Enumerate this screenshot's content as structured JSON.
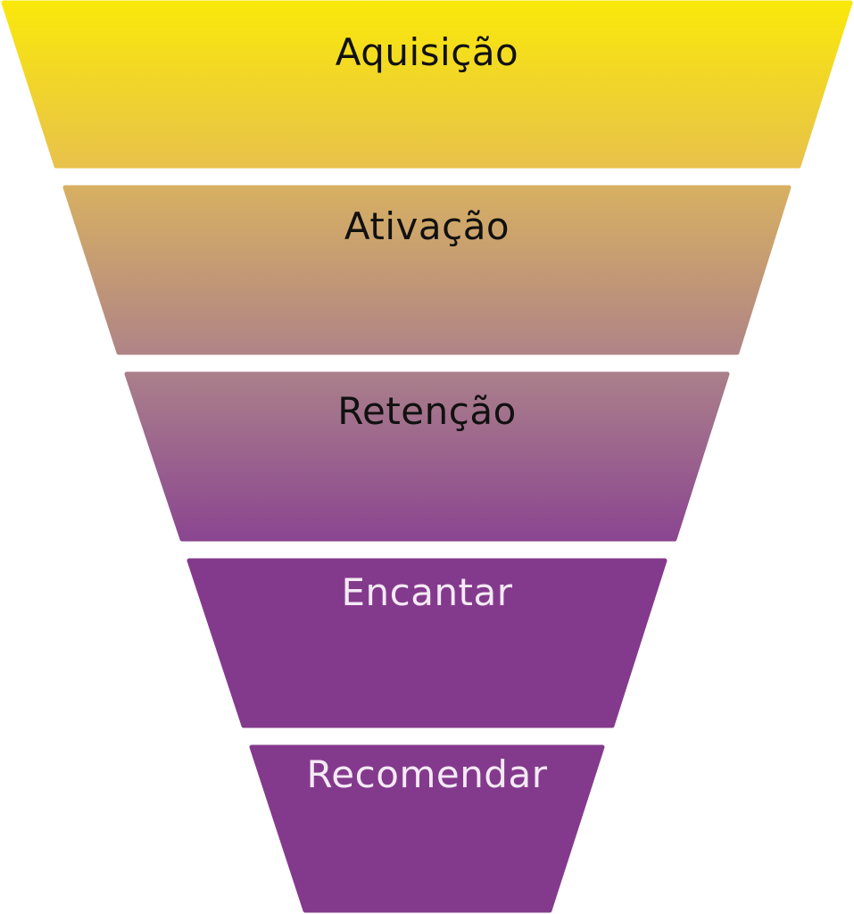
{
  "funnel": {
    "stages": [
      {
        "label": "Aquisição",
        "text_color": "#111111",
        "fill_top": "#F9E80A",
        "fill_bottom": "#E8C24A"
      },
      {
        "label": "Ativação",
        "text_color": "#111111",
        "fill_top": "#D7B062",
        "fill_bottom": "#B08486"
      },
      {
        "label": "Retenção",
        "text_color": "#111111",
        "fill_top": "#AA7F8A",
        "fill_bottom": "#8B4690"
      },
      {
        "label": "Encantar",
        "text_color": "#F4EAF6",
        "fill_top": "#843A8C",
        "fill_bottom": "#843A8C"
      },
      {
        "label": "Recomendar",
        "text_color": "#F4EAF6",
        "fill_top": "#843A8C",
        "fill_bottom": "#843A8C"
      }
    ]
  }
}
